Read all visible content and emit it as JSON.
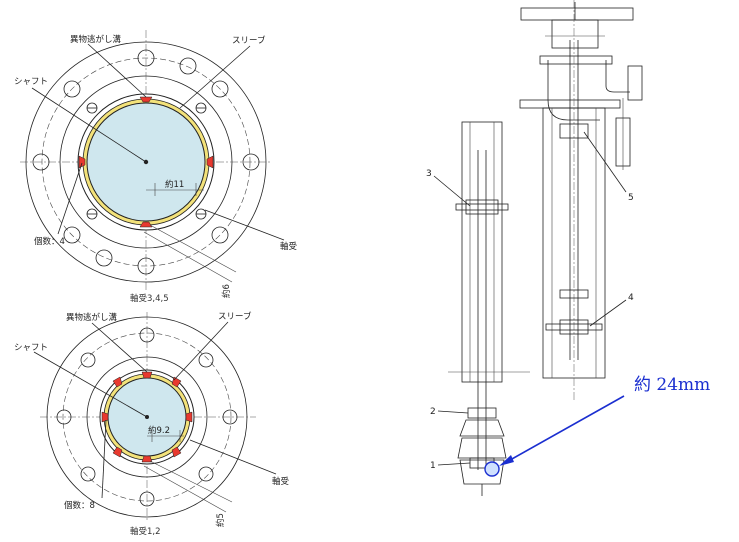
{
  "top_flange": {
    "label_groove": "異物逃がし溝",
    "label_sleeve": "スリーブ",
    "label_shaft": "シャフト",
    "label_count": "個数：4",
    "label_bearing": "軸受",
    "dim_gap": "約11",
    "dim_depth": "約6",
    "caption": "軸受3,4,5"
  },
  "bottom_flange": {
    "label_groove": "異物逃がし溝",
    "label_sleeve": "スリーブ",
    "label_shaft": "シャフト",
    "label_count": "個数：8",
    "label_bearing": "軸受",
    "dim_gap": "約9.2",
    "dim_depth": "約5",
    "caption": "軸受1,2"
  },
  "pump": {
    "bearing_numbers": [
      "1",
      "2",
      "3",
      "4",
      "5"
    ],
    "callout": "約 24mm"
  },
  "colors": {
    "groove_red": "#e8392f",
    "shaft_fill": "#cfe7ee",
    "sleeve_yellow": "#f3e27a",
    "callout_blue": "#1b2fd0"
  }
}
